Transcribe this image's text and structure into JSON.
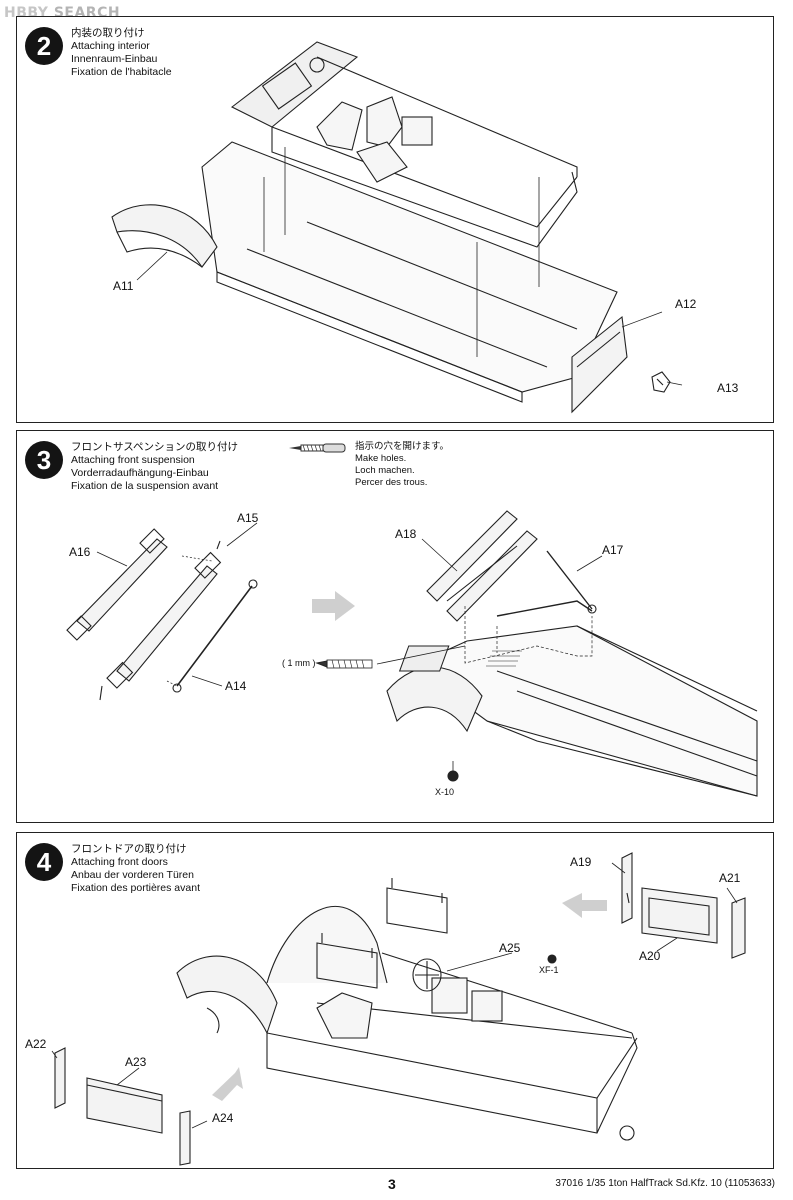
{
  "watermark": {
    "hobby": "H",
    "rest": "BBY",
    "search": "SEARCH"
  },
  "steps": [
    {
      "number": "2",
      "titles": [
        "内装の取り付け",
        "Attaching interior",
        "Innenraum-Einbau",
        "Fixation de l'habitacle"
      ],
      "parts": [
        "A11",
        "A12",
        "A13"
      ]
    },
    {
      "number": "3",
      "titles": [
        "フロントサスペンションの取り付け",
        "Attaching front suspension",
        "Vorderradaufhängung-Einbau",
        "Fixation de la suspension avant"
      ],
      "note": [
        "指示の穴を開けます。",
        "Make holes.",
        "Loch machen.",
        "Percer des trous."
      ],
      "parts": [
        "A15",
        "A16",
        "A14",
        "A18",
        "A17"
      ],
      "dimension": "( 1 mm )",
      "screw": "X-10"
    },
    {
      "number": "4",
      "titles": [
        "フロントドアの取り付け",
        "Attaching front doors",
        "Anbau der vorderen Türen",
        "Fixation des portières avant"
      ],
      "parts": [
        "A19",
        "A21",
        "A20",
        "A25",
        "A22",
        "A23",
        "A24"
      ],
      "screw": "XF-1"
    }
  ],
  "page_number": "3",
  "footer": "37016  1/35 1ton HalfTrack Sd.Kfz. 10 (11053633)"
}
